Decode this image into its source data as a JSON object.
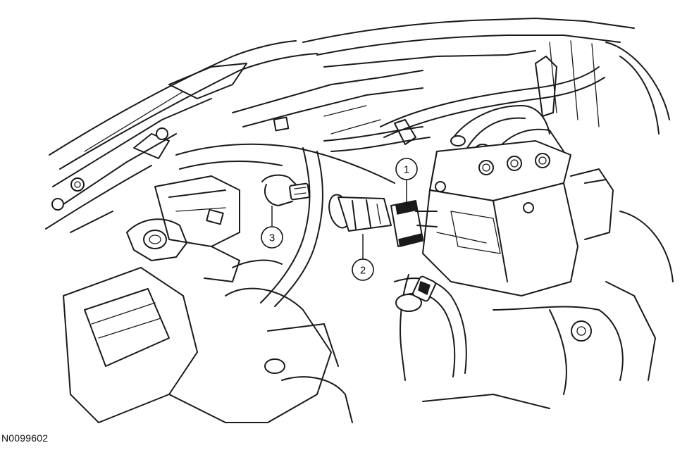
{
  "figure_id": "N0099602",
  "callouts": [
    {
      "label": "1",
      "part": "bulb-socket-connector"
    },
    {
      "label": "2",
      "part": "bulb-socket"
    },
    {
      "label": "3",
      "part": "bulb"
    }
  ]
}
